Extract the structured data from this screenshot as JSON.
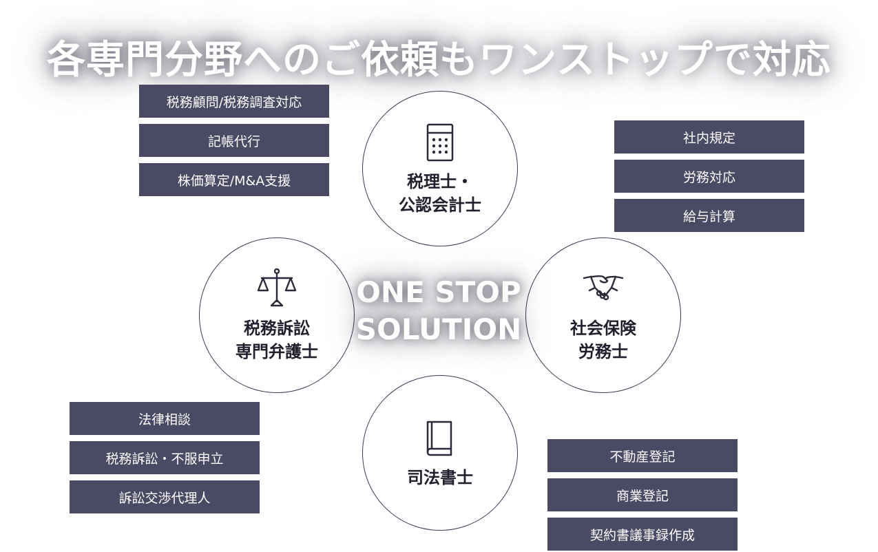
{
  "title": "各専門分野へのご依頼もワンストップで対応",
  "center": {
    "line1": "ONE STOP",
    "line2": "SOLUTION"
  },
  "circles": [
    {
      "label": "税理士・\n公認会計士",
      "icon": "calculator-icon"
    },
    {
      "label": "社会保険\n労務士",
      "icon": "handshake-icon"
    },
    {
      "label": "司法書士",
      "icon": "book-icon"
    },
    {
      "label": "税務訴訟\n専門弁護士",
      "icon": "scales-icon"
    }
  ],
  "tags": {
    "tax": [
      "税務顧問/税務調査対応",
      "記帳代行",
      "株価算定/M&A支援"
    ],
    "labor": [
      "社内規定",
      "労務対応",
      "給与計算"
    ],
    "judicial": [
      "不動産登記",
      "商業登記",
      "契約書議事録作成"
    ],
    "lawyer": [
      "法律相談",
      "税務訴訟・不服申立",
      "訴訟交渉代理人"
    ]
  },
  "colors": {
    "tag_bg": "#4a4a64",
    "circle_border": "#3a3a52",
    "text": "#1f1f2e"
  }
}
